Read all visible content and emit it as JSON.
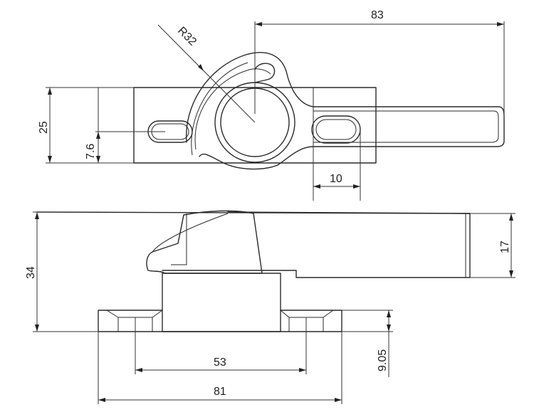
{
  "diagram": {
    "dimensions": {
      "top_width": "83",
      "radius": "R32",
      "height_left": "25",
      "slot_height": "7.6",
      "slot_width": "10",
      "total_height": "34",
      "arm_height": "17",
      "base_thickness": "9.05",
      "hole_spacing": "53",
      "base_length": "81"
    }
  }
}
